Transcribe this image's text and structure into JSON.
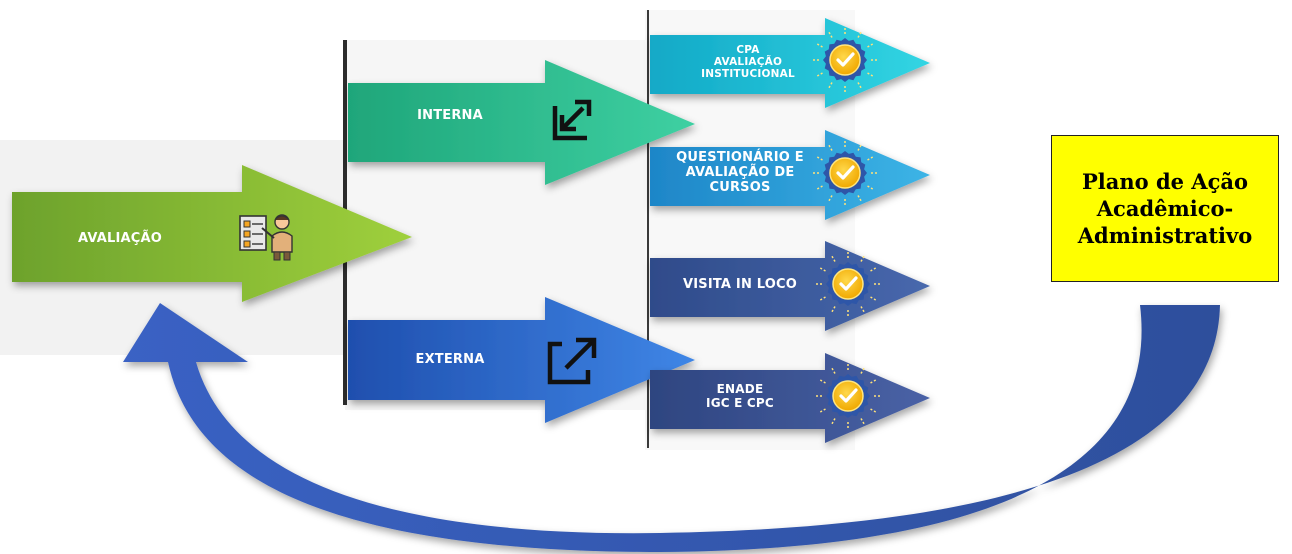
{
  "main": {
    "label": "AVALIAÇÃO",
    "icon": "person-presenting-checklist-icon",
    "color": "#8dc63f"
  },
  "branches": {
    "interna": {
      "label": "INTERNA",
      "icon": "arrow-in-icon",
      "color": "#2ebd8e"
    },
    "externa": {
      "label": "EXTERNA",
      "icon": "arrow-out-icon",
      "color": "#2f6fd6"
    }
  },
  "items": [
    {
      "lines": [
        "CPA",
        "AVALIAÇÃO",
        "INSTITUCIONAL"
      ],
      "icon": "check-badge-icon",
      "color": "#1fc0d4"
    },
    {
      "lines": [
        "QUESTIONÁRIO E",
        "AVALIAÇÃO DE",
        "CURSOS"
      ],
      "icon": "check-badge-icon",
      "color": "#2fa1db"
    },
    {
      "lines": [
        "VISITA IN LOCO"
      ],
      "icon": "check-badge-icon",
      "color": "#3b5a9e"
    },
    {
      "lines": [
        "ENADE",
        "IGC E CPC"
      ],
      "icon": "check-badge-icon",
      "color": "#3b5490"
    }
  ],
  "plan": {
    "lines": [
      "Plano de Ação",
      "Acadêmico-",
      "Administrativo"
    ],
    "color": "#ffff00"
  },
  "feedback_arrow": {
    "icon": "curved-return-arrow",
    "color": "#3c63b5"
  }
}
